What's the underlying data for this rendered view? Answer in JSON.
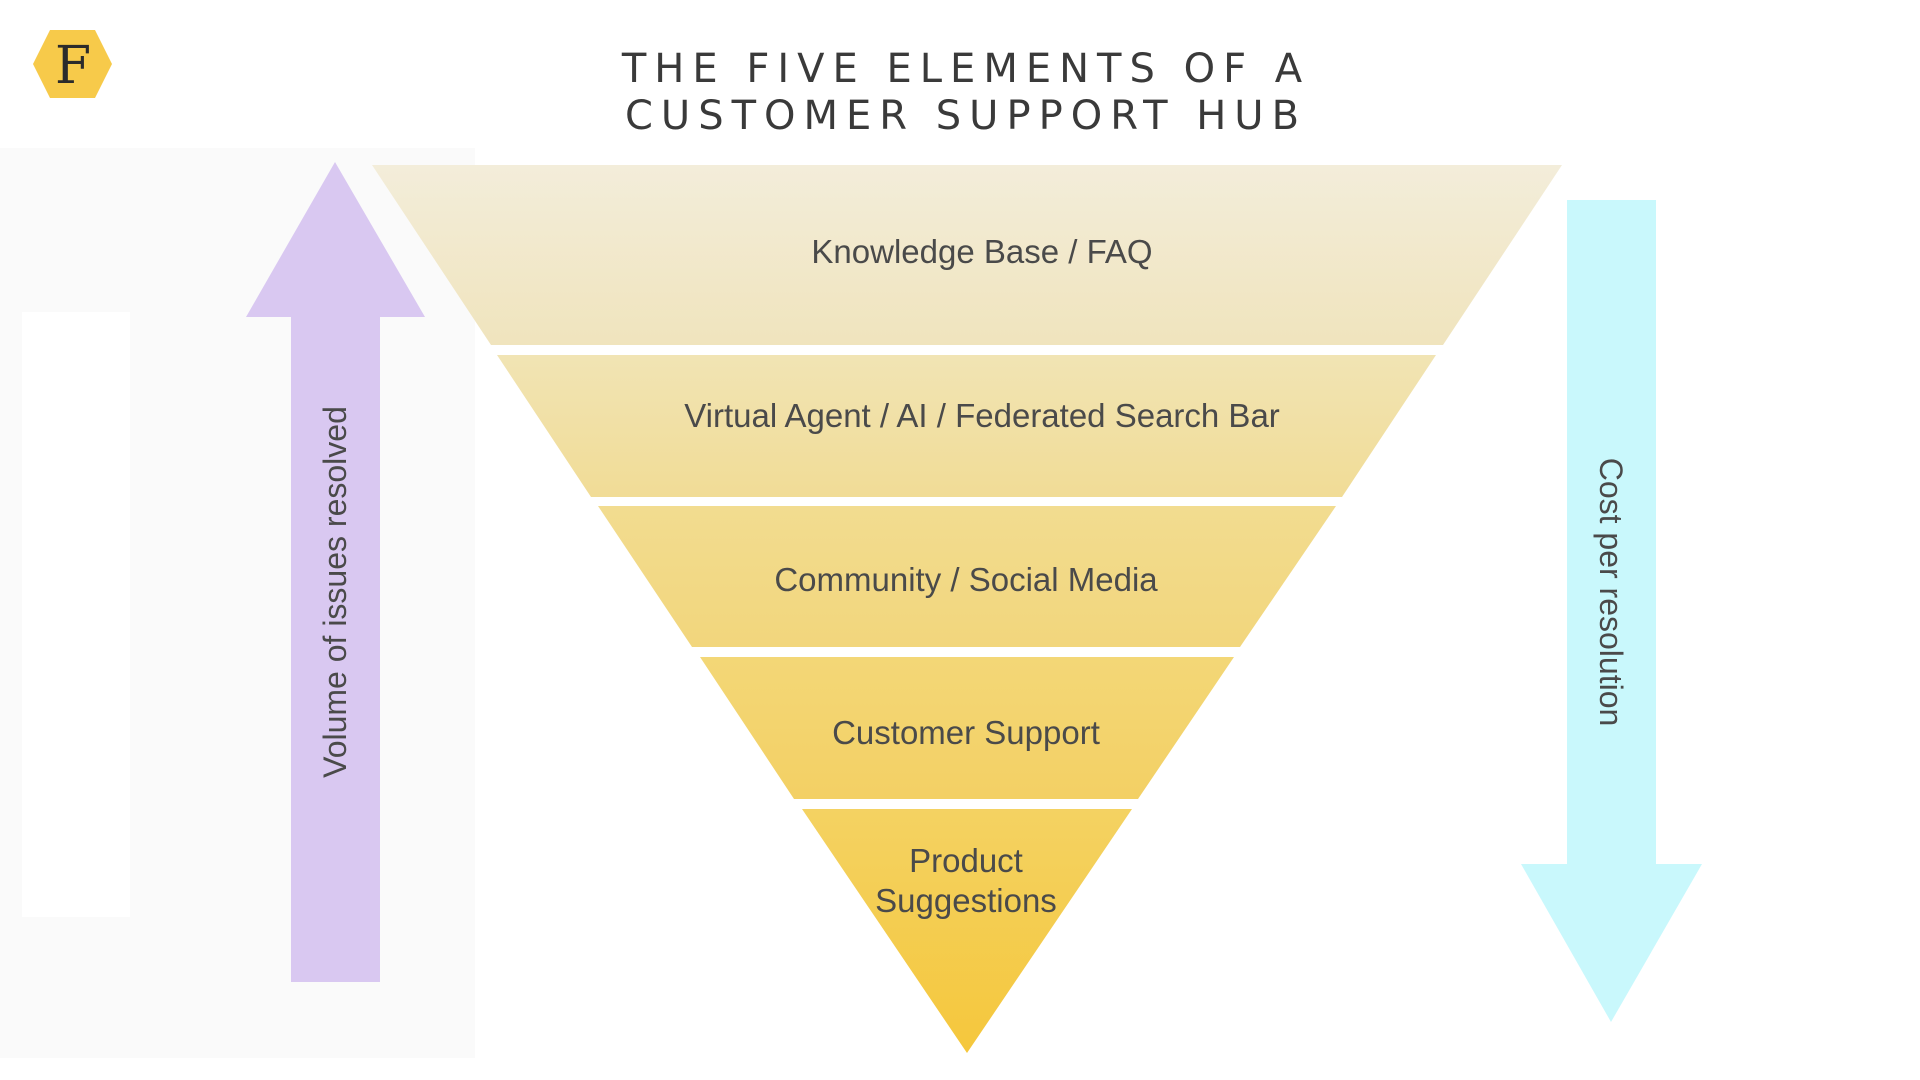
{
  "logo": {
    "letter": "F",
    "color": "#F7CA4A",
    "icon": "hexagon-logo-icon"
  },
  "title": {
    "line1": "THE FIVE ELEMENTS OF A",
    "line2": "CUSTOMER SUPPORT HUB"
  },
  "funnel": {
    "levels": [
      {
        "label": "Knowledge Base / FAQ",
        "color": "#F1E8CB"
      },
      {
        "label": "Virtual Agent / AI / Federated Search Bar",
        "color": "#F1E0A3"
      },
      {
        "label": "Community / Social Media",
        "color": "#F2D985"
      },
      {
        "label": "Customer Support",
        "color": "#F3D46C"
      },
      {
        "label_lines": [
          "Product",
          "Suggestions"
        ],
        "color": "#F5CE56"
      }
    ]
  },
  "left_arrow": {
    "label": "Volume of issues resolved",
    "direction": "up",
    "color": "#D9C8F1"
  },
  "right_arrow": {
    "label": "Cost per resolution",
    "direction": "down",
    "color": "#C9F8FC"
  }
}
